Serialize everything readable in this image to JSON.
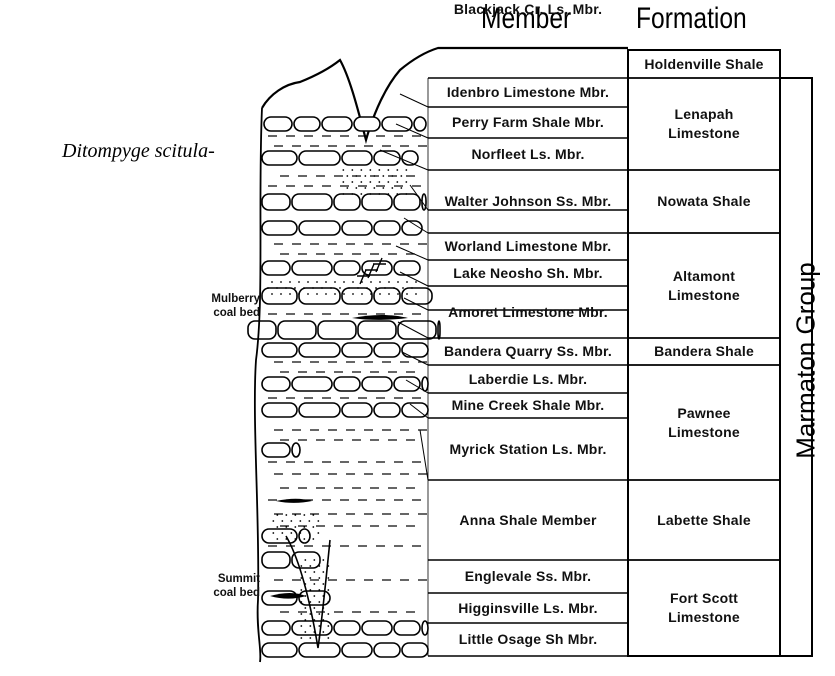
{
  "headers": {
    "member": "Member",
    "formation": "Formation"
  },
  "species_label": "Ditompyge scitula-",
  "group_label": "Marmaton Group",
  "coal_notes": {
    "mulberry": [
      "Mulberry",
      "coal bed"
    ],
    "summit": [
      "Summit",
      "coal bed"
    ]
  },
  "members": [
    "Idenbro Limestone Mbr.",
    "Perry Farm Shale Mbr.",
    "Norfleet Ls. Mbr.",
    "Walter Johnson Ss. Mbr.",
    "Worland Limestone Mbr.",
    "Lake Neosho Sh. Mbr.",
    "Amoret Limestone Mbr.",
    "Bandera Quarry Ss. Mbr.",
    "Laberdie Ls. Mbr.",
    "Mine Creek Shale Mbr.",
    "Myrick Station Ls. Mbr.",
    "Anna Shale Member",
    "Englevale Ss. Mbr.",
    "Higginsville Ls. Mbr.",
    "Little Osage Sh Mbr.",
    "Blackjack Cr. Ls. Mbr."
  ],
  "formations": [
    {
      "lines": [
        "Holdenville Shale"
      ]
    },
    {
      "lines": [
        "Lenapah",
        "Limestone"
      ]
    },
    {
      "lines": [
        "Nowata Shale"
      ]
    },
    {
      "lines": [
        "Altamont",
        "Limestone"
      ]
    },
    {
      "lines": [
        "Bandera Shale"
      ]
    },
    {
      "lines": [
        "Pawnee",
        "Limestone"
      ]
    },
    {
      "lines": [
        "Labette Shale"
      ]
    },
    {
      "lines": [
        "Fort Scott",
        "Limestone"
      ]
    }
  ]
}
